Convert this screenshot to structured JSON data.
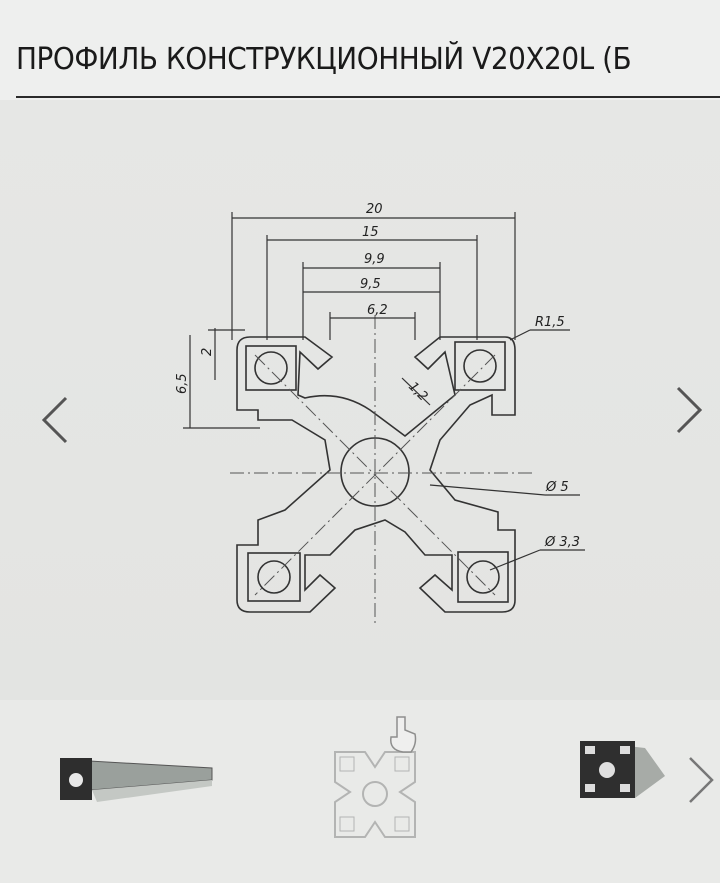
{
  "header": {
    "title": "ПРОФИЛЬ КОНСТРУКЦИОННЫЙ V20X20L (Б"
  },
  "drawing": {
    "dimensions": [
      "20",
      "15",
      "9,9",
      "9,5",
      "6,2",
      "2",
      "6,5",
      "R1,5",
      "1,2",
      "Ø 5",
      "Ø 3,3"
    ]
  },
  "viewer": {
    "prev_icon": "chevron-left-icon",
    "next_icon": "chevron-right-icon"
  },
  "thumbnails": {
    "next_icon": "chevron-right-icon",
    "items": [
      {
        "kind": "profile-3d-photo"
      },
      {
        "kind": "profile-drawing",
        "active": true
      },
      {
        "kind": "profile-end-view"
      }
    ]
  }
}
